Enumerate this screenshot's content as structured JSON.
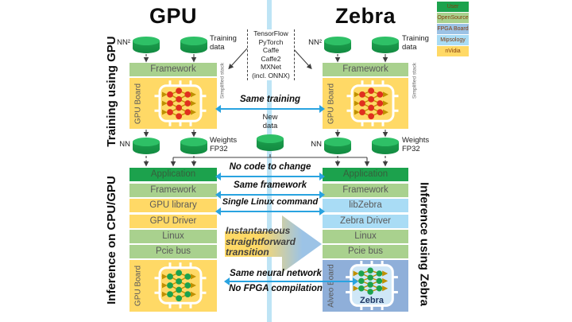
{
  "colors": {
    "user_green": "#1CA24D",
    "open_green": "#A9D18E",
    "nvidia_yellow": "#FFD966",
    "mipsology_blue": "#A9DCF5",
    "fpga_blue": "#9CC2E5",
    "alveo_blue": "#8FAFD9",
    "arrow_blue": "#29A3E0",
    "divider_blue": "#BEE4F5",
    "training_dot_red": "#E0301E",
    "inference_dot_green": "#1CA24D",
    "connector_olive": "#BF9000",
    "zebra_navy": "#1F3864"
  },
  "titles": {
    "left": "GPU",
    "right": "Zebra"
  },
  "side_labels": {
    "training_gpu": "Training using GPU",
    "inference_cpu_gpu": "Inference on CPU/GPU",
    "inference_zebra": "Inference using Zebra"
  },
  "legend": {
    "items": [
      {
        "label": "User",
        "color": "#1CA24D"
      },
      {
        "label": "OpenSource",
        "color": "#A9D18E"
      },
      {
        "label": "FPGA Board",
        "color": "#9CC2E5"
      },
      {
        "label": "Mipsology",
        "color": "#A9DCF5"
      },
      {
        "label": "nVidia",
        "color": "#FFD966"
      }
    ]
  },
  "frameworks": {
    "items": [
      "TensorFlow",
      "PyTorch",
      "Caffe",
      "Caffe2",
      "MXNet",
      "(incl. ONNX)"
    ]
  },
  "training_left": {
    "nn_in": "NN²",
    "data_in": "Training data",
    "framework": "Framework",
    "board": "GPU Board",
    "simplified": "Simplified stack",
    "nn_out": "NN",
    "weights_out": "Weights FP32"
  },
  "training_right": {
    "nn_in": "NN²",
    "data_in": "Training data",
    "framework": "Framework",
    "board": "GPU Board",
    "simplified": "Simplified stack",
    "nn_out": "NN",
    "weights_out": "Weights FP32"
  },
  "annotations": {
    "same_training": "Same training",
    "new_data": "New data",
    "no_code": "No code to change",
    "same_framework": "Same framework",
    "single_linux": "Single Linux command",
    "transition": [
      "Instantaneous",
      "straightforward",
      "transition"
    ],
    "same_nn": "Same neural network",
    "no_fpga": "No FPGA compilation"
  },
  "stack_left": {
    "rows": [
      {
        "label": "Application",
        "color": "#1CA24D"
      },
      {
        "label": "Framework",
        "color": "#A9D18E"
      },
      {
        "label": "GPU library",
        "color": "#FFD966"
      },
      {
        "label": "GPU Driver",
        "color": "#FFD966"
      },
      {
        "label": "Linux",
        "color": "#A9D18E"
      },
      {
        "label": "Pcie bus",
        "color": "#A9D18E"
      }
    ],
    "board": "GPU Board",
    "board_color": "#FFD966"
  },
  "stack_right": {
    "rows": [
      {
        "label": "Application",
        "color": "#1CA24D"
      },
      {
        "label": "Framework",
        "color": "#A9D18E"
      },
      {
        "label": "libZebra",
        "color": "#A9DCF5"
      },
      {
        "label": "Zebra Driver",
        "color": "#A9DCF5"
      },
      {
        "label": "Linux",
        "color": "#A9D18E"
      },
      {
        "label": "Pcie bus",
        "color": "#A9D18E"
      }
    ],
    "board": "Alveo Board",
    "board_color": "#8FAFD9",
    "chip_label": "Zebra"
  }
}
